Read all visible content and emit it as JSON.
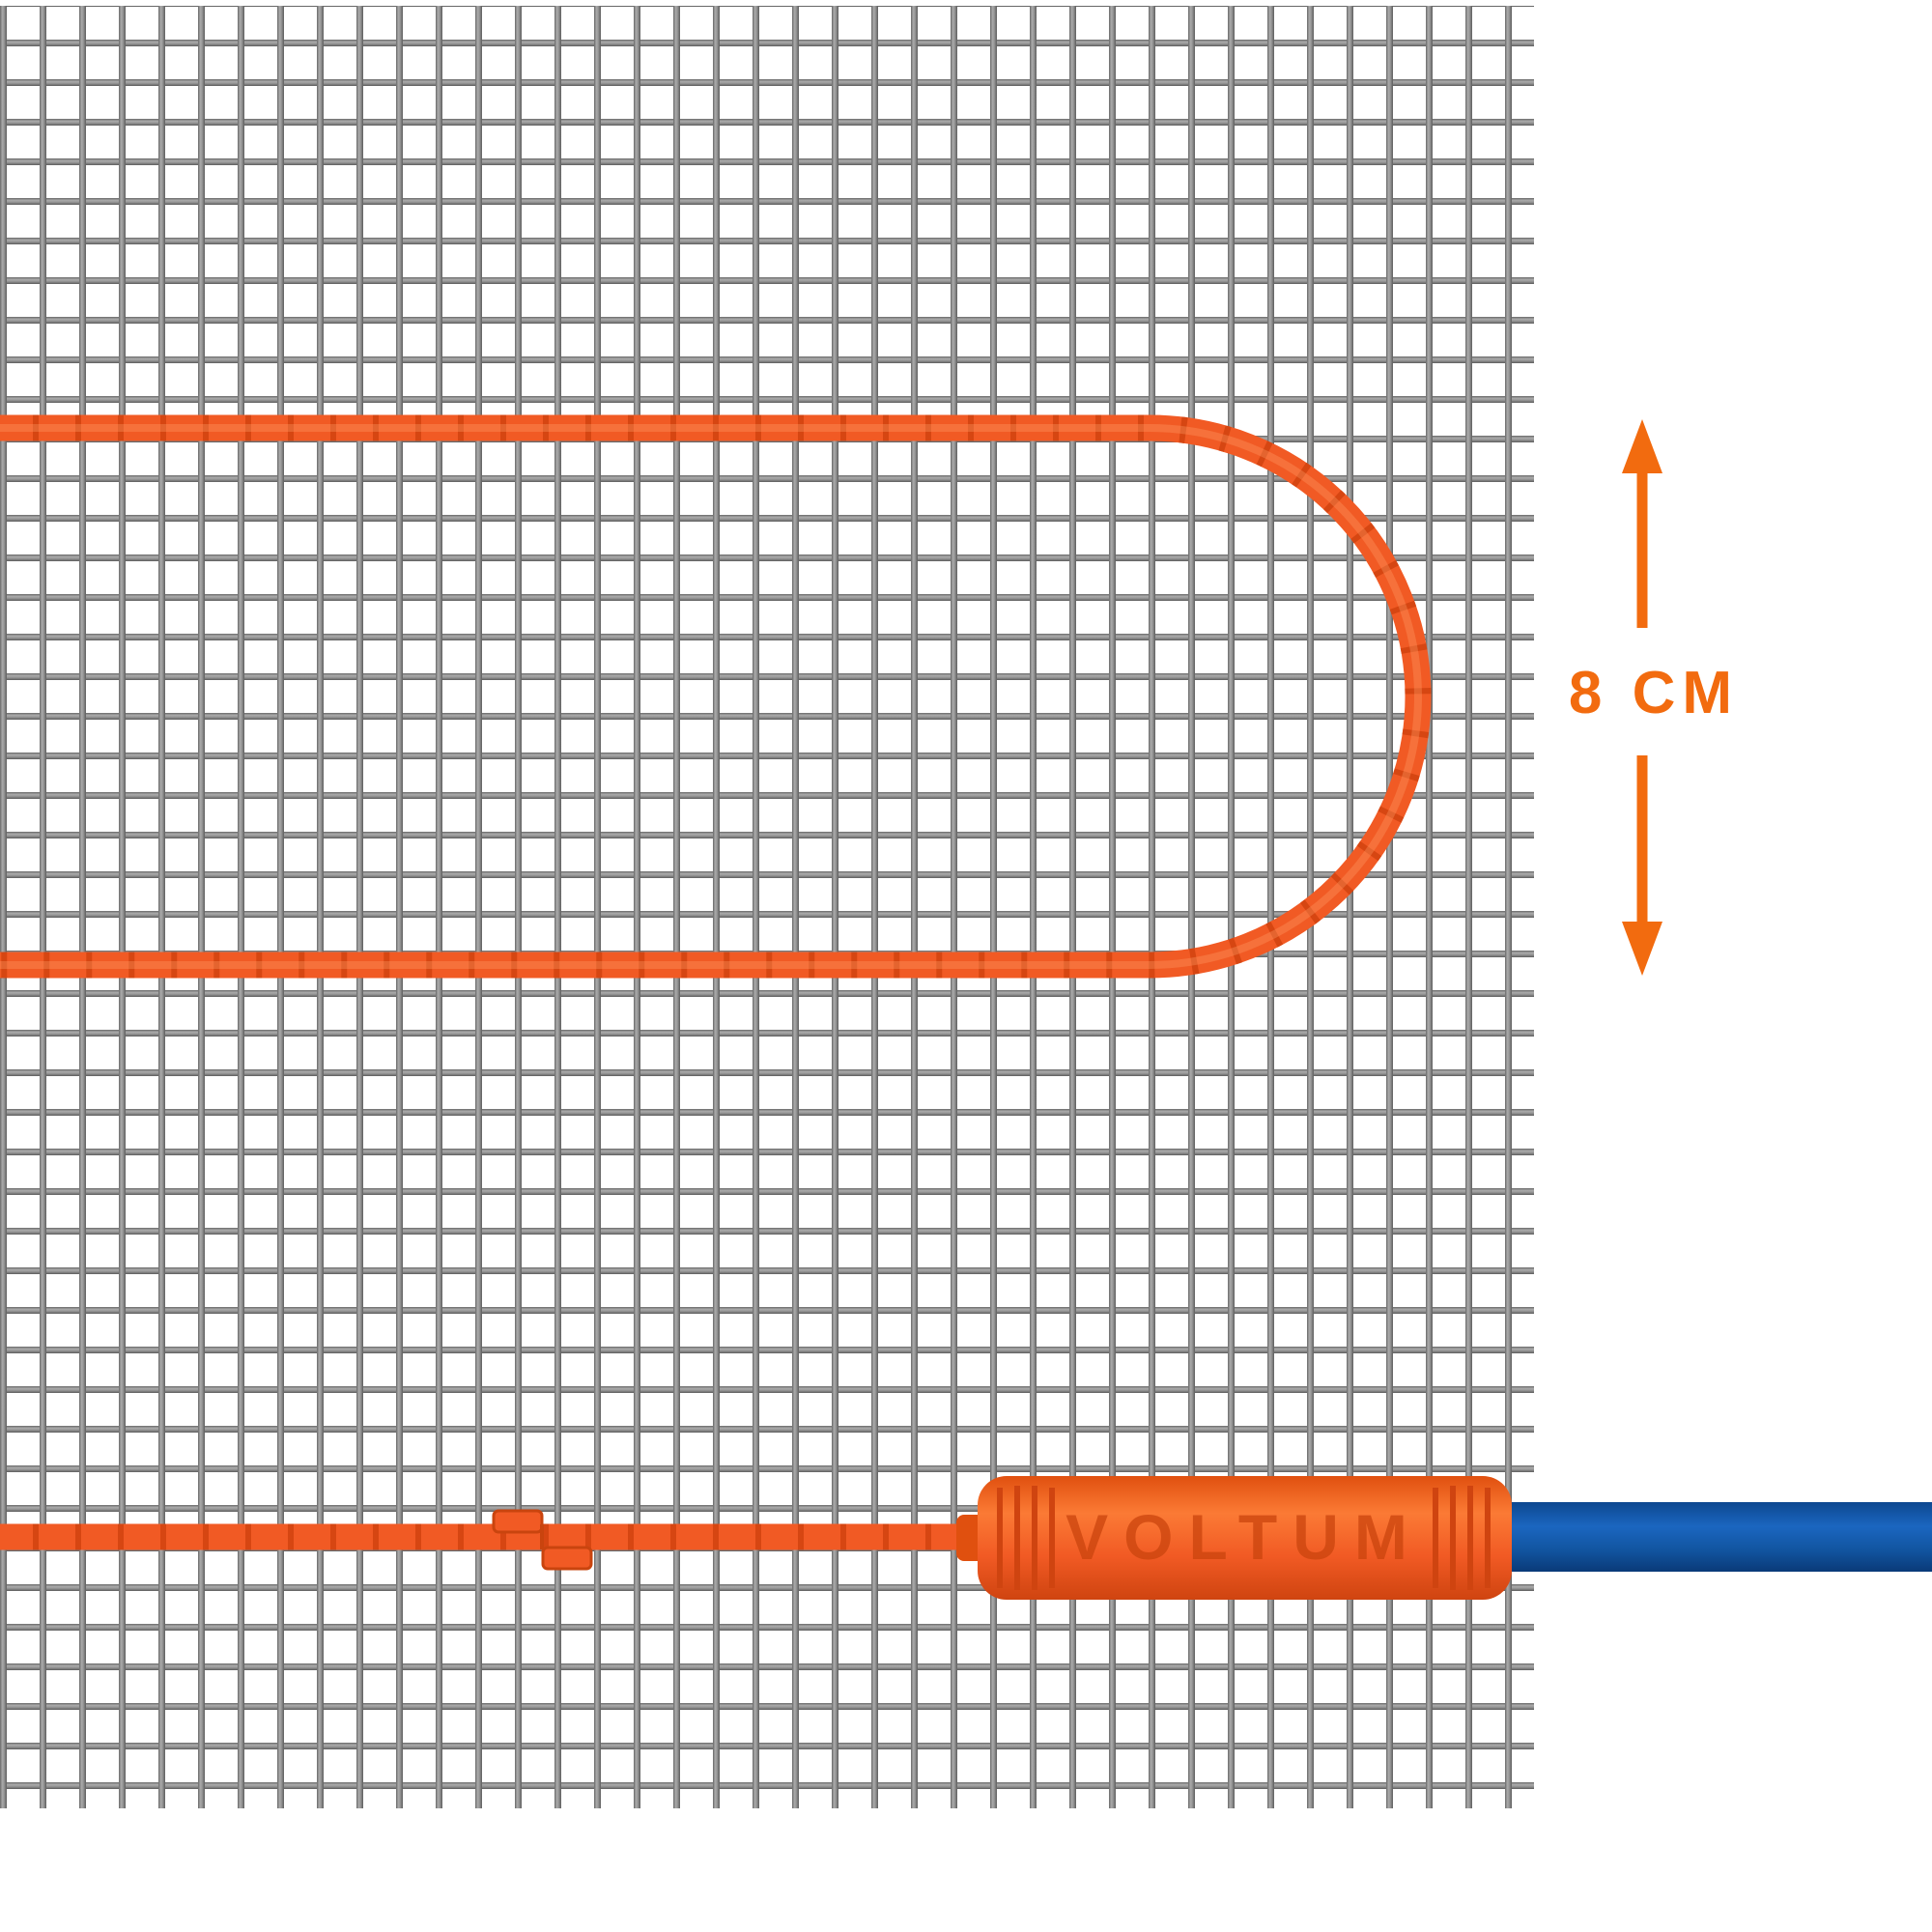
{
  "illustration": {
    "description": "Underfloor heating mat render: orange heating cable laced through steel wire mesh with a branded connector, blue cold lead and cable-spacing dimension",
    "brand_label": "VOLTUM",
    "dimension_label": "8 CM"
  },
  "colors": {
    "background": "#ffffff",
    "mesh_wire": "#8d8d8d",
    "cable_orange": "#f15a24",
    "cable_orange_dark": "#d1430f",
    "cable_highlight": "#ff9e66",
    "connector_orange": "#f3641e",
    "connector_groove": "#cf4410",
    "cold_lead_blue": "#11549f",
    "accent_orange": "#f26b0f"
  }
}
